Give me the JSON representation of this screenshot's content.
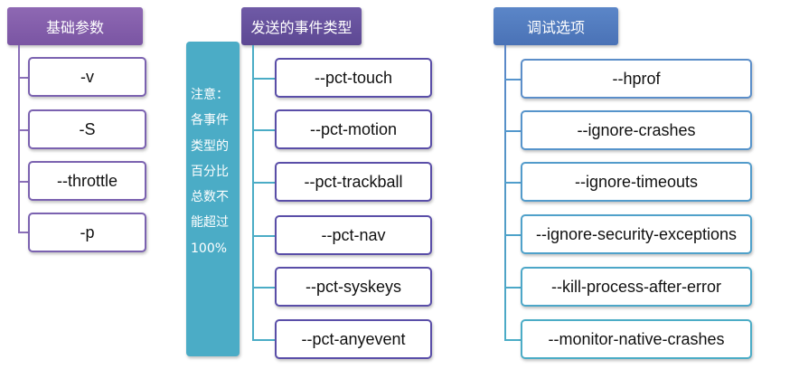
{
  "groups": [
    {
      "title": "基础参数",
      "items": [
        "-v",
        "-S",
        "--throttle",
        "-p"
      ]
    },
    {
      "title": "发送的事件类型",
      "items": [
        "--pct-touch",
        "--pct-motion",
        "--pct-trackball",
        "--pct-nav",
        "--pct-syskeys",
        "--pct-anyevent"
      ]
    },
    {
      "title": "调试选项",
      "items": [
        "--hprof",
        "--ignore-crashes",
        "--ignore-timeouts",
        "--ignore-security-exceptions",
        "--kill-process-after-error",
        "--monitor-native-crashes"
      ]
    }
  ],
  "note": "注意：各事件类型的百分比总数不能超过100%",
  "colors": {
    "basic_header": "#7a55a3",
    "event_header": "#5d4893",
    "debug_header": "#4a72b6",
    "note_bg": "#4bacc6",
    "connector_purple": "#8a6fb8",
    "connector_teal": "#4bacc6"
  }
}
